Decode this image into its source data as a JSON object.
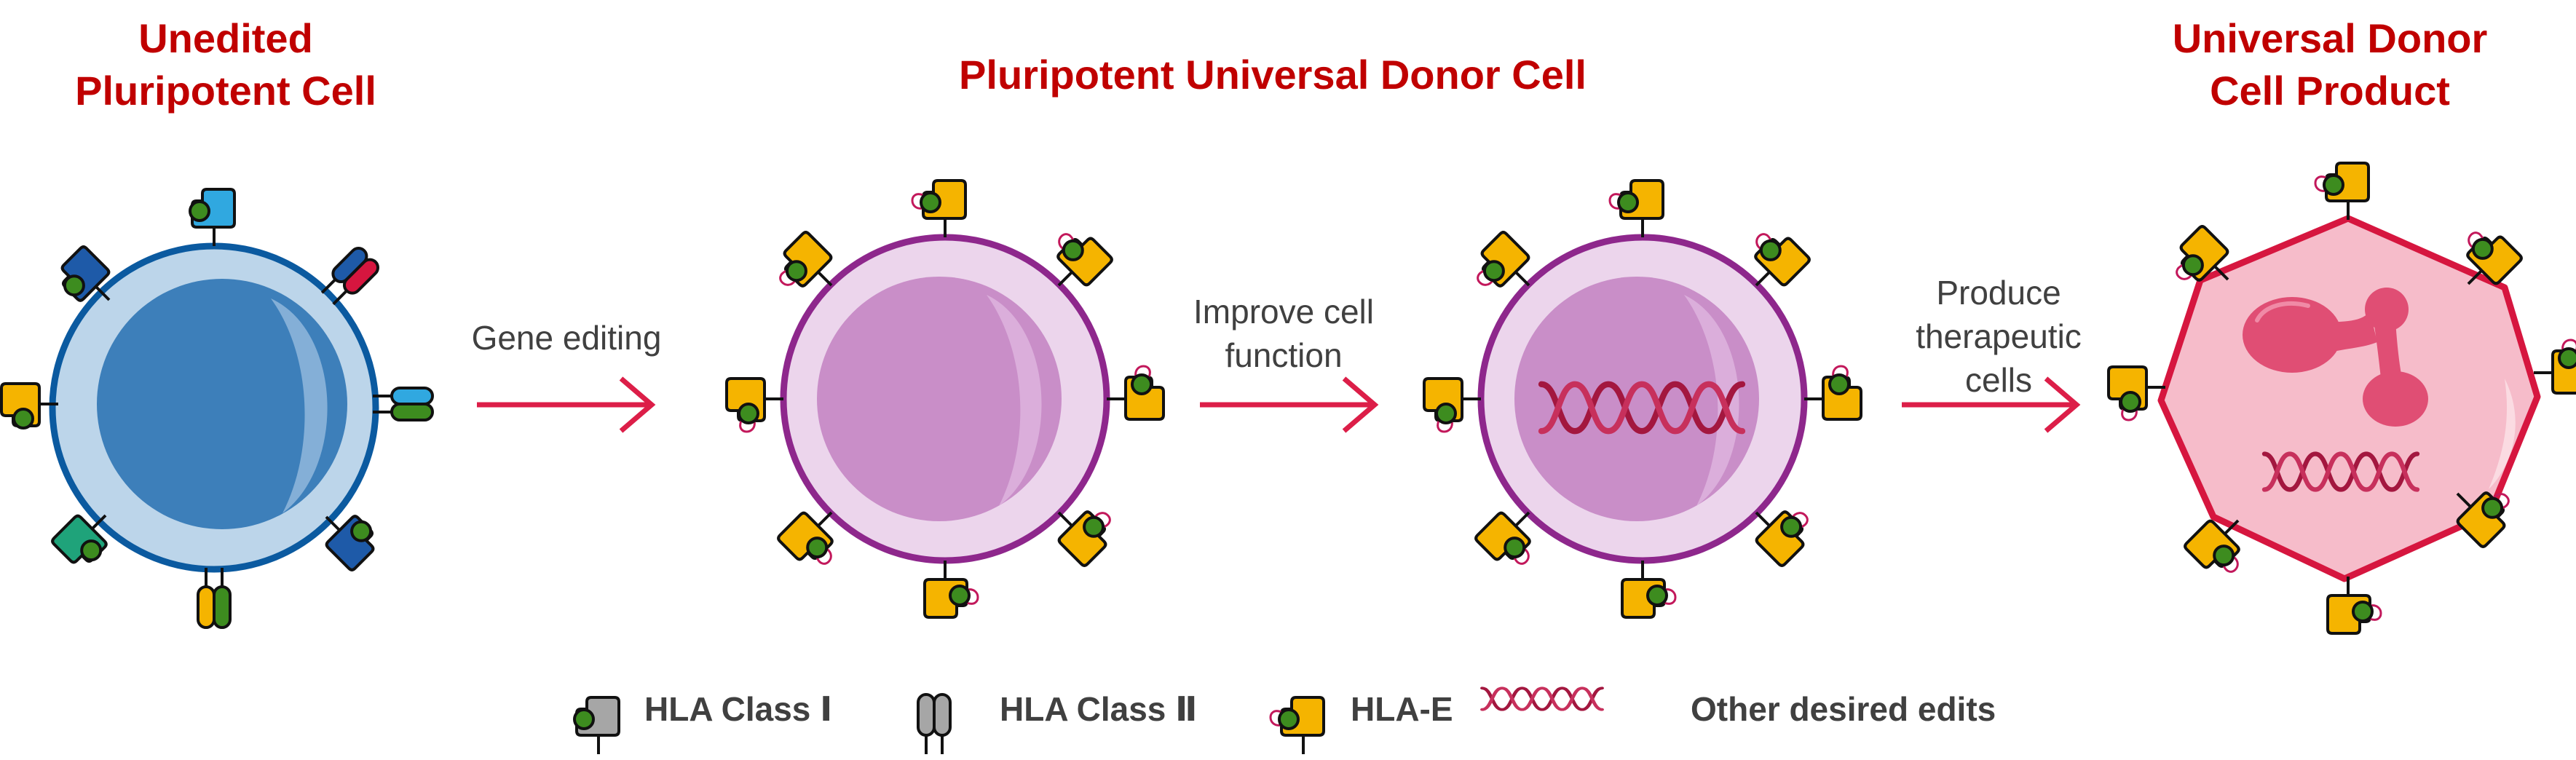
{
  "titles": {
    "unedited": [
      "Unedited",
      "Pluripotent Cell"
    ],
    "pluripotent_udc": "Pluripotent Universal Donor Cell",
    "udc_product": [
      "Universal Donor",
      "Cell Product"
    ]
  },
  "steps": {
    "gene_editing": "Gene editing",
    "improve": [
      "Improve cell",
      "function"
    ],
    "produce": [
      "Produce",
      "therapeutic",
      "cells"
    ]
  },
  "legend": {
    "hla_class_1": "HLA Class Ⅰ",
    "hla_class_2": "HLA Class Ⅱ",
    "hla_e": "HLA-E",
    "other_edits": "Other desired edits"
  },
  "colors": {
    "title_red": "#c00000",
    "arrow_red": "#dc1e48",
    "unedited_cell": "#bcd5ea",
    "unedited_nucleus": "#3d7fba",
    "unedited_membrane": "#0b5aa0",
    "udc_cell": "#ecd5ec",
    "udc_nucleus": "#c98ec8",
    "udc_membrane": "#8e278c",
    "product_cell": "#f6bcca",
    "product_membrane": "#d6163f",
    "hla_e_yellow": "#f5b400",
    "hla_green": "#3d8c1f",
    "edit_strand": "#a3173f"
  }
}
